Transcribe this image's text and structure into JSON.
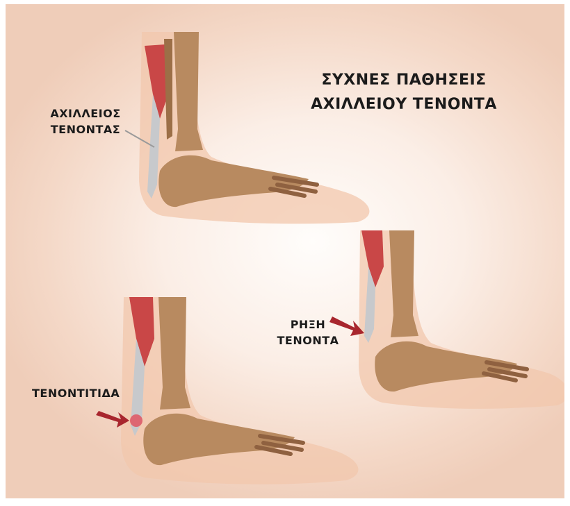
{
  "title": {
    "line1": "ΣΥΧΝΕΣ ΠΑΘΗΣΕΙΣ",
    "line2": "ΑΧΙΛΛΕΙΟΥ ΤΕΝΟΝΤΑ"
  },
  "labels": {
    "achilles_line1": "ΑΧΙΛΛΕΙΟΣ",
    "achilles_line2": "ΤΕΝΟΝΤΑΣ",
    "rupture_line1": "ΡΗΞΗ",
    "rupture_line2": "ΤΕΝΟΝΤΑ",
    "tendinitis": "ΤΕΝΟΝΤΙΤΙΔΑ"
  },
  "colors": {
    "background": "#f4d8c7",
    "bone": "#b88a60",
    "skin": "#f1c7ac",
    "muscle": "#c94747",
    "tendon": "#c7c9cc",
    "arrow": "#a8262e"
  }
}
